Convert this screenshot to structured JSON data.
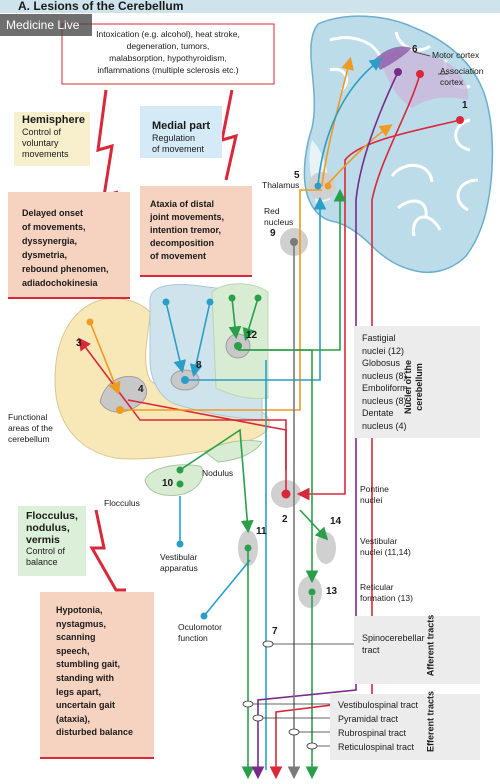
{
  "header": {
    "title": "A.  Lesions of the Cerebellum"
  },
  "watermark": "Medicine Live",
  "causes": [
    "Intoxication (e.g. alcohol), heat stroke,",
    "degeneration, tumors,",
    "malabsorption, hypothyroidism,",
    "inflammations (multiple sclerosis etc.)"
  ],
  "hemisphere": {
    "title": "Hemisphere",
    "lines": [
      "Control of",
      "voluntary",
      "movements"
    ]
  },
  "medial": {
    "title": "Medial part",
    "lines": [
      "Regulation",
      "of movement"
    ]
  },
  "flocculus_box": {
    "title_lines": [
      "Flocculus,",
      "nodulus,",
      "vermis"
    ],
    "lines": [
      "Control of",
      "balance"
    ]
  },
  "symptoms_hemisphere": [
    "Delayed onset",
    "of movements,",
    "dyssynergia,",
    "dysmetria,",
    "rebound phenomen,",
    "adiadochokinesia"
  ],
  "symptoms_medial": [
    "Ataxia of distal",
    "joint movements,",
    "intention tremor,",
    "decomposition",
    "of movement"
  ],
  "symptoms_flocculus": [
    "Hypotonia,",
    "nystagmus,",
    "scanning",
    "speech,",
    "stumbling gait,",
    "standing with",
    "legs apart,",
    "uncertain gait",
    "(ataxia),",
    "disturbed balance"
  ],
  "nuclei": {
    "title": "Nuclei of the cerebellum",
    "lines": [
      "Fastigial",
      "nuclei (12)",
      "Globosus",
      "nucleus (8)",
      "Emboliform",
      "nucleus (8)",
      "Dentate",
      "nucleus (4)"
    ]
  },
  "labels": {
    "motor_cortex": "Motor cortex",
    "association_cortex": [
      "Association",
      "cortex"
    ],
    "thalamus": "Thalamus",
    "red_nucleus": [
      "Red",
      "nucleus"
    ],
    "functional_areas": [
      "Functional",
      "areas of the",
      "cerebellum"
    ],
    "nodulus": "Nodulus",
    "flocculus": "Flocculus",
    "vestibular_apparatus": [
      "Vestibular",
      "apparatus"
    ],
    "oculomotor": [
      "Oculomotor",
      "function"
    ],
    "pontine_nuclei": [
      "Pontine",
      "nuclei"
    ],
    "vestibular_nuclei": [
      "Vestibular",
      "nuclei (11,14)"
    ],
    "reticular_formation": [
      "Reticular",
      "formation (13)"
    ]
  },
  "numbers": {
    "n1": "1",
    "n2": "2",
    "n3": "3",
    "n4": "4",
    "n5": "5",
    "n6": "6",
    "n7": "7",
    "n8": "8",
    "n9": "9",
    "n10": "10",
    "n11": "11",
    "n12": "12",
    "n13": "13",
    "n14": "14"
  },
  "afferent": {
    "title": "Afferent tracts",
    "tract": [
      "Spinocerebellar",
      "tract"
    ]
  },
  "efferent": {
    "title": "Efferent tracts",
    "tracts": [
      "Vestibulospinal tract",
      "Pyramidal tract",
      "Rubrospinal tract",
      "Reticulospinal tract"
    ]
  },
  "colors": {
    "hemisphere_fill": "#f8e8b8",
    "medial_fill": "#cfe3ec",
    "vermis_fill": "#d8ecd4",
    "cortex_fill": "#bcdcea",
    "symptom_fill": "#f6d2c0",
    "red": "#d8283a",
    "orange": "#ef9a22",
    "blue": "#2a9ec8",
    "green": "#2a9e48",
    "purple": "#7a2a8a",
    "gray": "#8a8a8a"
  }
}
